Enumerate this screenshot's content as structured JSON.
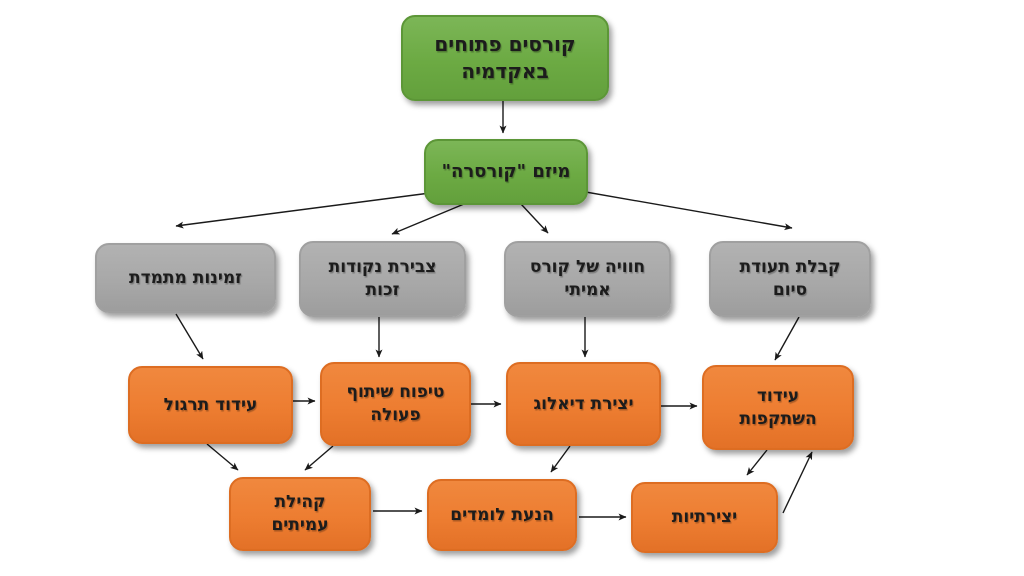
{
  "diagram": {
    "type": "flowchart",
    "direction": "rtl",
    "colors": {
      "level1_green": "#70AD47",
      "level2_gray": "#A6A6A6",
      "level3_orange": "#ED7D31",
      "arrow": "#1a1a1a",
      "text": "#1c1c1c",
      "background": "#ffffff"
    }
  },
  "nodes": {
    "open_courses": {
      "label": "קורסים פתוחים באקדמיה",
      "type": "green"
    },
    "coursera": {
      "label": "מיזם \"קורסרה\"",
      "type": "green"
    },
    "availability": {
      "label": "זמינות מתמדת",
      "type": "gray"
    },
    "credits": {
      "label": "צבירת נקודות זכות",
      "type": "gray"
    },
    "real_course": {
      "label": "חוויה של קורס אמיתי",
      "type": "gray"
    },
    "certificate": {
      "label": "קבלת תעודת סיום",
      "type": "gray"
    },
    "practice": {
      "label": "עידוד תרגול",
      "type": "orange"
    },
    "cooperation": {
      "label": "טיפוח שיתוף פעולה",
      "type": "orange"
    },
    "dialogue": {
      "label": "יצירת דיאלוג",
      "type": "orange"
    },
    "reflection": {
      "label": "עידוד השתקפות",
      "type": "orange"
    },
    "community": {
      "label": "קהילת עמיתים",
      "type": "orange"
    },
    "motivation": {
      "label": "הנעת לומדים",
      "type": "orange"
    },
    "creativity": {
      "label": "יצירתיות",
      "type": "orange"
    }
  },
  "edges": [
    {
      "from": "open_courses",
      "to": "coursera"
    },
    {
      "from": "coursera",
      "to": "availability"
    },
    {
      "from": "coursera",
      "to": "credits"
    },
    {
      "from": "coursera",
      "to": "real_course"
    },
    {
      "from": "coursera",
      "to": "certificate"
    },
    {
      "from": "availability",
      "to": "practice"
    },
    {
      "from": "credits",
      "to": "cooperation"
    },
    {
      "from": "real_course",
      "to": "dialogue"
    },
    {
      "from": "certificate",
      "to": "reflection"
    },
    {
      "from": "practice",
      "to": "cooperation"
    },
    {
      "from": "cooperation",
      "to": "dialogue"
    },
    {
      "from": "dialogue",
      "to": "reflection"
    },
    {
      "from": "practice",
      "to": "community"
    },
    {
      "from": "cooperation",
      "to": "community"
    },
    {
      "from": "dialogue",
      "to": "motivation"
    },
    {
      "from": "reflection",
      "to": "creativity"
    },
    {
      "from": "creativity",
      "to": "reflection"
    },
    {
      "from": "community",
      "to": "motivation"
    },
    {
      "from": "motivation",
      "to": "creativity"
    }
  ]
}
